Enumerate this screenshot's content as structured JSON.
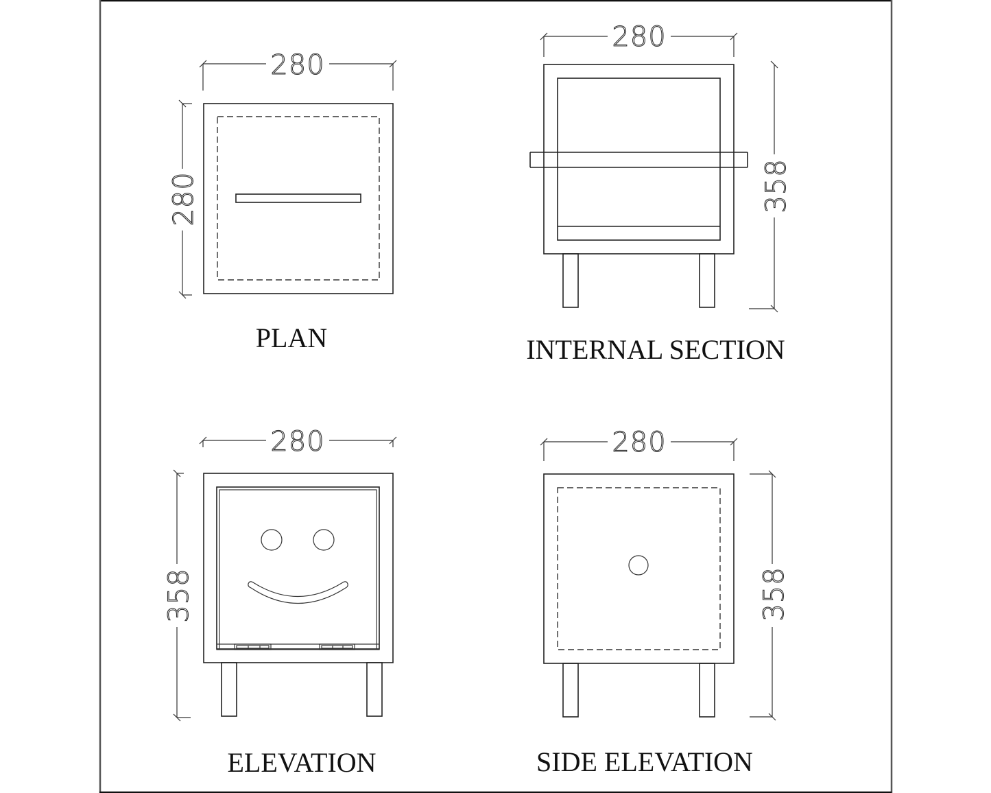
{
  "drawing": {
    "subject": "Bedside table / nightstand",
    "line_color": "#222222",
    "background": "#ffffff"
  },
  "views": {
    "plan": {
      "label": "PLAN",
      "width_dim": "280",
      "depth_dim": "280"
    },
    "internal_section": {
      "label": "INTERNAL SECTION",
      "width_dim": "280",
      "height_dim": "358"
    },
    "elevation": {
      "label": "ELEVATION",
      "width_dim": "280",
      "height_dim": "358",
      "door_motif": "smiley face (two eyes, smile cut-out)"
    },
    "side_elevation": {
      "label": "SIDE ELEVATION",
      "width_dim": "280",
      "height_dim": "358",
      "feature": "single round hole"
    }
  }
}
